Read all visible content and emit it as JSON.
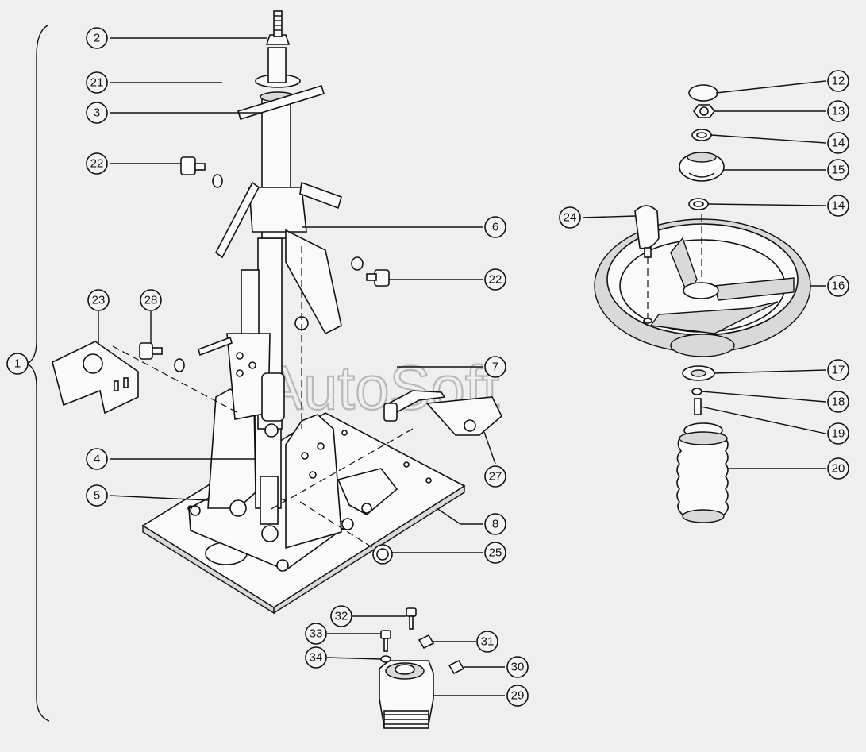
{
  "watermark": "AutoSoft",
  "callouts": {
    "c1": "1",
    "c2": "2",
    "c3": "3",
    "c4": "4",
    "c5": "5",
    "c6": "6",
    "c7": "7",
    "c8": "8",
    "c12": "12",
    "c13": "13",
    "c14a": "14",
    "c14b": "14",
    "c15": "15",
    "c16": "16",
    "c17": "17",
    "c18": "18",
    "c19": "19",
    "c20": "20",
    "c21": "21",
    "c22a": "22",
    "c22b": "22",
    "c23": "23",
    "c24": "24",
    "c25": "25",
    "c27": "27",
    "c28": "28",
    "c29": "29",
    "c30": "30",
    "c31": "31",
    "c32": "32",
    "c33": "33",
    "c34": "34"
  }
}
